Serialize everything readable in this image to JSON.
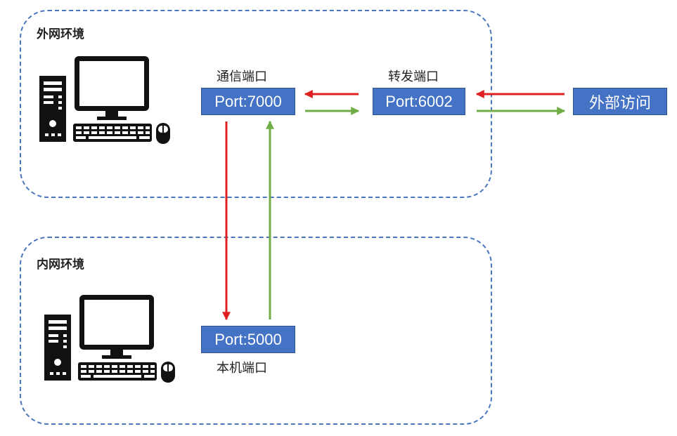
{
  "outer_zone": {
    "title": "外网环境"
  },
  "inner_zone": {
    "title": "内网环境"
  },
  "ports": {
    "comm": {
      "caption": "通信端口",
      "label": "Port:7000"
    },
    "forward": {
      "caption": "转发端口",
      "label": "Port:6002"
    },
    "local": {
      "caption": "本机端口",
      "label": "Port:5000"
    }
  },
  "external": {
    "label": "外部访问"
  },
  "colors": {
    "box_fill": "#4472c4",
    "dashed_border": "#4a76c0",
    "arrow_request": "#e02020",
    "arrow_response": "#70ad47"
  },
  "icons": {
    "computer": "desktop-computer-icon"
  }
}
